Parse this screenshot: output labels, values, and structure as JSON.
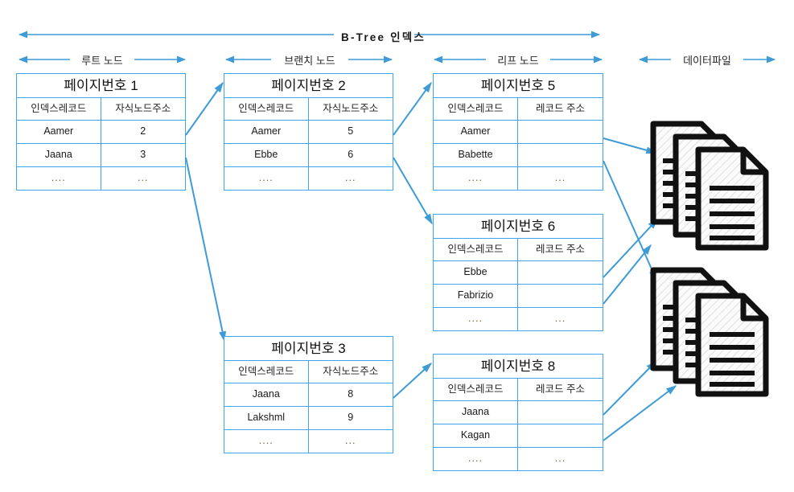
{
  "diagram": {
    "title": "B-Tree 인덱스",
    "accent_color": "#41A5EE",
    "arrow_color": "#3E9BD5",
    "spans": [
      {
        "name": "root",
        "label": "루트 노드"
      },
      {
        "name": "branch",
        "label": "브랜치 노드"
      },
      {
        "name": "leaf",
        "label": "리프 노드"
      },
      {
        "name": "datafile",
        "label": "데이터파일"
      }
    ]
  },
  "columns": {
    "index_record": "인덱스레코드",
    "child_node_address": "자식노드주소",
    "record_address": "레코드 주소",
    "ellipsis_left": "....",
    "ellipsis_right": "..."
  },
  "nodes": [
    {
      "id": "page1",
      "kind": "root",
      "header": "페이지번호 1",
      "col_left": "인덱스레코드",
      "col_right": "자식노드주소",
      "rows": [
        {
          "key": "Aamer",
          "value": "2"
        },
        {
          "key": "Jaana",
          "value": "3"
        },
        {
          "key": "....",
          "value": "..."
        }
      ]
    },
    {
      "id": "page2",
      "kind": "branch",
      "header": "페이지번호 2",
      "col_left": "인덱스레코드",
      "col_right": "자식노드주소",
      "rows": [
        {
          "key": "Aamer",
          "value": "5"
        },
        {
          "key": "Ebbe",
          "value": "6"
        },
        {
          "key": "....",
          "value": "..."
        }
      ]
    },
    {
      "id": "page3",
      "kind": "branch",
      "header": "페이지번호 3",
      "col_left": "인덱스레코드",
      "col_right": "자식노드주소",
      "rows": [
        {
          "key": "Jaana",
          "value": "8"
        },
        {
          "key": "Lakshml",
          "value": "9"
        },
        {
          "key": "....",
          "value": "..."
        }
      ]
    },
    {
      "id": "page5",
      "kind": "leaf",
      "header": "페이지번호 5",
      "col_left": "인덱스레코드",
      "col_right": "레코드 주소",
      "rows": [
        {
          "key": "Aamer",
          "value": ""
        },
        {
          "key": "Babette",
          "value": ""
        },
        {
          "key": "....",
          "value": "..."
        }
      ]
    },
    {
      "id": "page6",
      "kind": "leaf",
      "header": "페이지번호 6",
      "col_left": "인덱스레코드",
      "col_right": "레코드 주소",
      "rows": [
        {
          "key": "Ebbe",
          "value": ""
        },
        {
          "key": "Fabrizio",
          "value": ""
        },
        {
          "key": "....",
          "value": "..."
        }
      ]
    },
    {
      "id": "page8",
      "kind": "leaf",
      "header": "페이지번호 8",
      "col_left": "인덱스레코드",
      "col_right": "레코드 주소",
      "rows": [
        {
          "key": "Jaana",
          "value": ""
        },
        {
          "key": "Kagan",
          "value": ""
        },
        {
          "key": "....",
          "value": "..."
        }
      ]
    }
  ],
  "datafiles": [
    {
      "id": "datafile-stack-1",
      "icon": "document-stack-icon"
    },
    {
      "id": "datafile-stack-2",
      "icon": "document-stack-icon"
    }
  ]
}
